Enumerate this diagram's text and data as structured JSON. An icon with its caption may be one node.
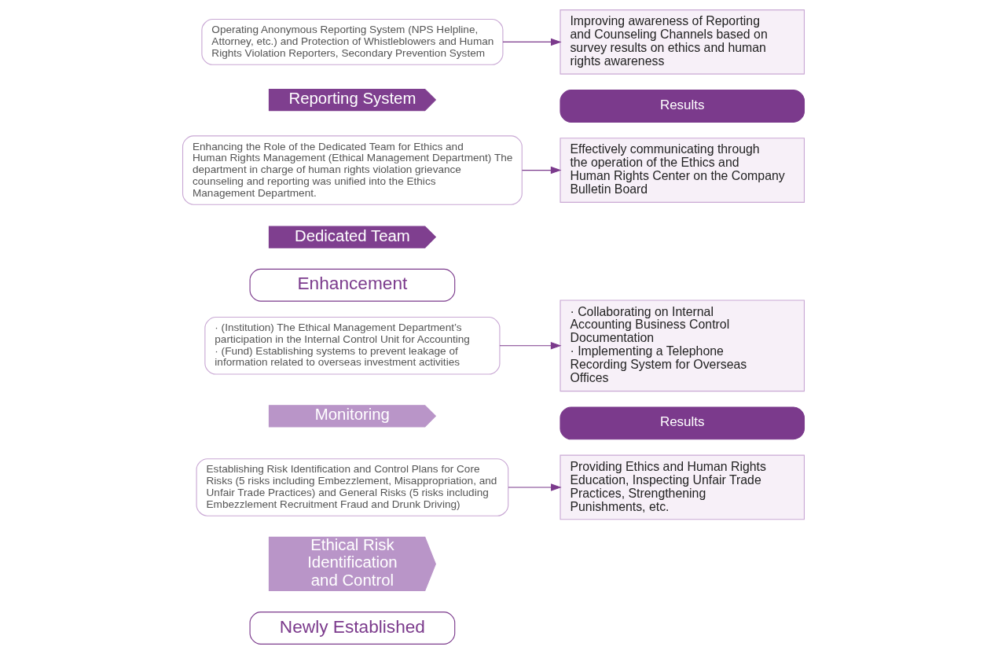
{
  "diagram": {
    "nodes": [
      {
        "text": [
          "Newly Established"
        ]
      },
      {
        "text": [
          "Ethical Risk Identification and Control"
        ]
      },
      {
        "text": [
          "Establishing Risk Identification and Control Plans for Core Risks (5 risks including Embezzlement, Misappropriation, and Unfair Trade Practices) and General Risks (5 risks including Embezzlement Recruitment Fraud and Drunk Driving)"
        ]
      },
      {
        "text": [
          "Results"
        ]
      },
      {
        "text": [
          "Providing Ethics and Human Rights Education, Inspecting Unfair Trade Practices, Strengthening Punishments, etc."
        ]
      },
      {
        "text": [
          "Monitoring"
        ]
      },
      {
        "text": [
          "· (Institution) The Ethical Management Department’s participation in the Internal Control Unit for Accounting",
          "· (Fund) Establishing systems to prevent leakage of information related to overseas investment activities"
        ]
      },
      {
        "text": [
          "· Collaborating on Internal Accounting Business Control Documentation",
          "· Implementing a Telephone Recording System for Overseas Offices"
        ]
      },
      {
        "text": [
          "Enhancement"
        ]
      },
      {
        "text": [
          "Dedicated Team"
        ]
      },
      {
        "text": [
          "Enhancing the Role of the Dedicated Team for Ethics and Human Rights Management (Ethical Management Department) The department in charge of human rights violation grievance counseling and reporting was unified into the Ethics Management Department."
        ]
      },
      {
        "text": [
          "Results"
        ]
      },
      {
        "text": [
          "Effectively communicating through the operation of the Ethics and Human Rights Center on the Company Bulletin Board"
        ]
      },
      {
        "text": [
          "Reporting System"
        ]
      },
      {
        "text": [
          "Operating Anonymous Reporting System (NPS Helpline, Attorney, etc.) and Protection of Whistleblowers and Human Rights Violation Reporters, Secondary Prevention System"
        ]
      },
      {
        "text": [
          "Improving awareness of Reporting and Counseling Channels based on survey results on ethics and human rights awareness"
        ]
      }
    ],
    "edges": [
      {
        "from": 2,
        "to": 4,
        "arrow": "to"
      },
      {
        "from": 6,
        "to": 7,
        "arrow": "to"
      },
      {
        "from": 10,
        "to": 12,
        "arrow": "to"
      },
      {
        "from": 14,
        "to": 15,
        "arrow": "to"
      }
    ]
  }
}
